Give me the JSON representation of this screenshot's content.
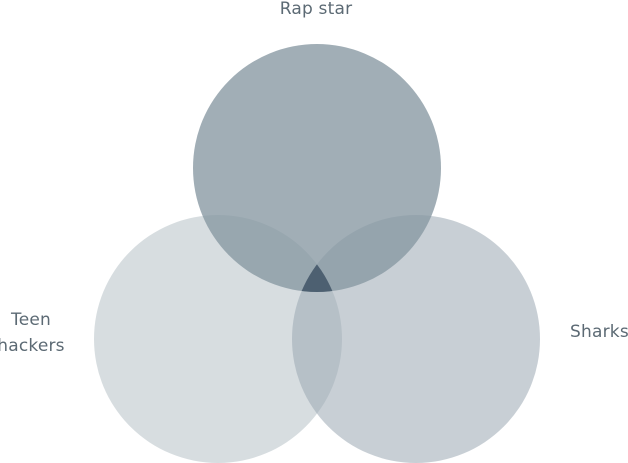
{
  "diagram": {
    "type": "venn",
    "sets": [
      {
        "id": "rap",
        "label": "Rap star",
        "color": "#8797a2",
        "opacity": 0.78
      },
      {
        "id": "teen",
        "label": "Teen\nhackers",
        "color": "#c6ced3",
        "opacity": 0.7
      },
      {
        "id": "sharks",
        "label": "Sharks",
        "color": "#9aa8b2",
        "opacity": 0.55
      }
    ],
    "center_intersection_color": "#46596a"
  }
}
